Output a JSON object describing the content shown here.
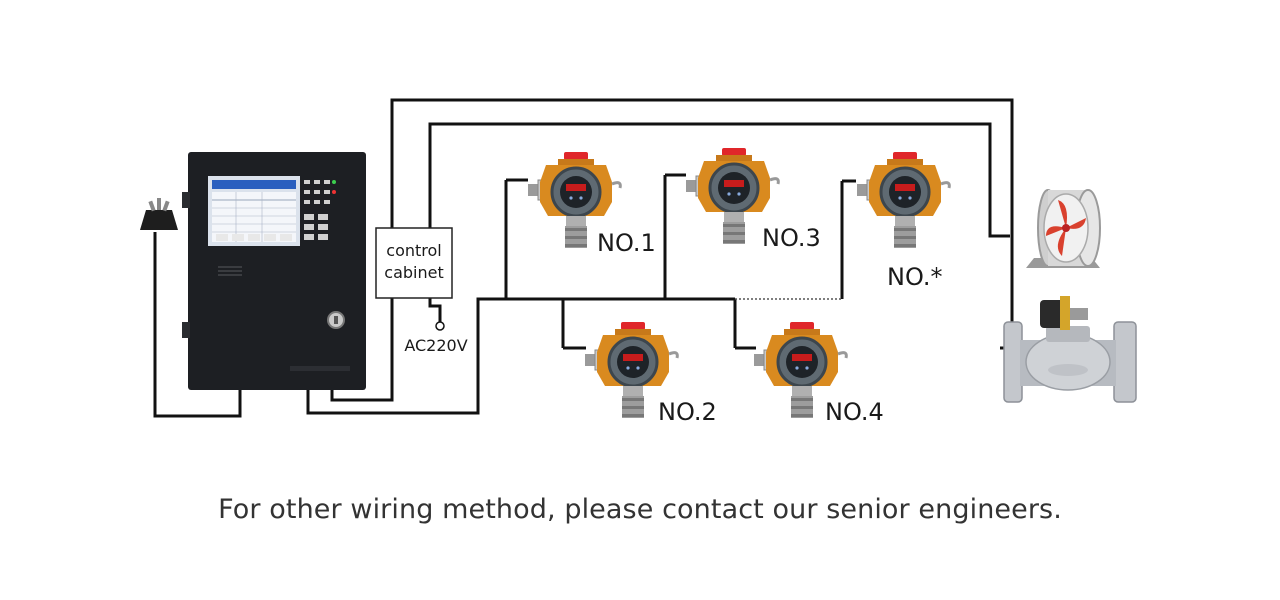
{
  "diagram": {
    "control_cabinet": {
      "line1": "control",
      "line2": "cabinet"
    },
    "power_label": "AC220V",
    "detectors": [
      {
        "id": "no1",
        "label": "NO.1"
      },
      {
        "id": "no2",
        "label": "NO.2"
      },
      {
        "id": "no3",
        "label": "NO.3"
      },
      {
        "id": "no4",
        "label": "NO.4"
      },
      {
        "id": "nostar",
        "label": "NO.*"
      }
    ],
    "devices": {
      "controller": "alarm-controller",
      "fan": "exhaust-fan",
      "valve": "solenoid-valve",
      "plug": "power-plug"
    },
    "colors": {
      "wire": "#111111",
      "detector_body": "#d98a1f",
      "detector_cap": "#e0262a",
      "controller": "#1d1f23",
      "screen": "#2a5fbf",
      "fan_blade": "#d9412e"
    }
  },
  "caption": "For other wiring method, please contact our senior engineers."
}
